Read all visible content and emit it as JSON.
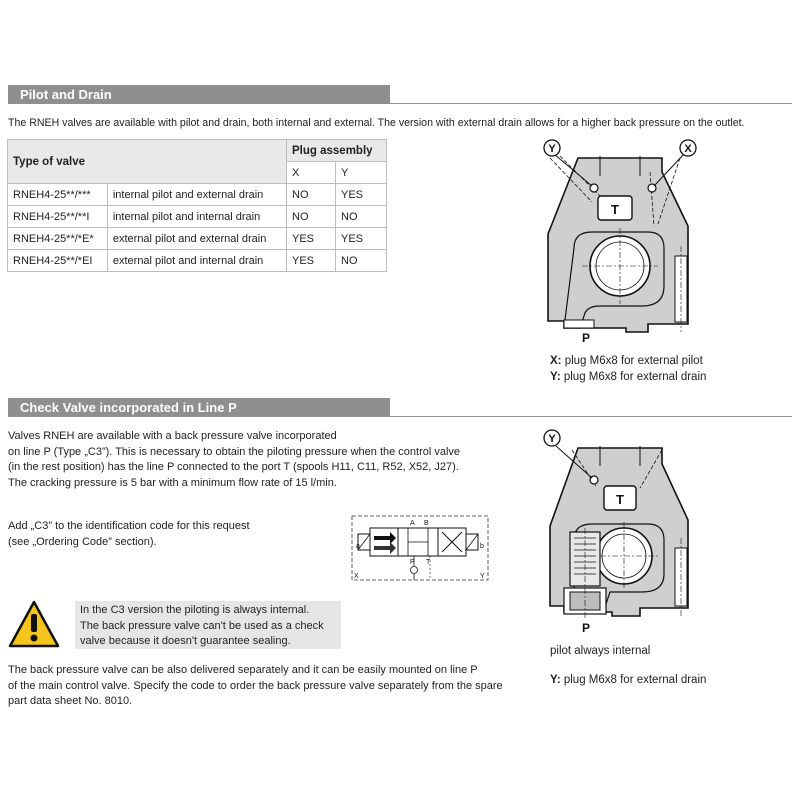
{
  "section1": {
    "title": "Pilot and Drain",
    "intro": "The RNEH valves are available with pilot and drain, both internal and external. The version with external drain allows for a higher back pressure on the outlet."
  },
  "table": {
    "header_type": "Type of valve",
    "header_plug": "Plug assembly",
    "col_x": "X",
    "col_y": "Y",
    "rows": [
      {
        "code": "RNEH4-25**/***",
        "desc": "internal pilot and external drain",
        "x": "NO",
        "y": "YES"
      },
      {
        "code": "RNEH4-25**/**I",
        "desc": "internal pilot and internal drain",
        "x": "NO",
        "y": "NO"
      },
      {
        "code": "RNEH4-25**/*E*",
        "desc": "external pilot and external drain",
        "x": "YES",
        "y": "YES"
      },
      {
        "code": "RNEH4-25**/*EI",
        "desc": "external pilot and internal drain",
        "x": "YES",
        "y": "NO"
      }
    ]
  },
  "figure1": {
    "label_y": "Y",
    "label_x": "X",
    "label_t": "T",
    "label_p": "P",
    "caption_x_key": "X:",
    "caption_x_text": " plug M6x8 for external pilot",
    "caption_y_key": "Y:",
    "caption_y_text": " plug M6x8 for external drain"
  },
  "section2": {
    "title": "Check Valve incorporated in Line P",
    "para1": [
      "Valves RNEH are available with a back pressure valve incorporated",
      "on line P (Type „C3”). This is necessary to obtain the piloting pressure when the control valve",
      "(in the rest position) has the line P connected to the port T (spools H11, C11, R52, X52, J27).",
      "The cracking pressure is 5 bar with a minimum flow rate of 15 l/min."
    ],
    "para2": [
      "Add „C3” to the identification code for this request",
      "(see „Ordering Code” section)."
    ],
    "warning": [
      "In the C3 version the piloting is always internal.",
      "The back pressure valve can't be used as a check",
      "valve because it doesn't guarantee sealing."
    ],
    "para3": [
      "The back pressure valve can be also delivered separately and it can be easily mounted on line P",
      "of the main control valve. Specify the code to order the back pressure valve separately from the spare",
      "part data sheet No. 8010."
    ]
  },
  "symbol": {
    "a": "a",
    "b": "b",
    "A": "A",
    "B": "B",
    "P": "P",
    "T": "T",
    "X": "X",
    "Y": "Y"
  },
  "figure2": {
    "label_y": "Y",
    "label_t": "T",
    "label_p": "P",
    "caption_pilot": "pilot always internal",
    "caption_y_key": "Y:",
    "caption_y_text": " plug M6x8 for external drain"
  },
  "colors": {
    "section_bar": "#8f8f8f",
    "body_fill": "#cfcfcf",
    "warning_yellow": "#f4c51c"
  }
}
